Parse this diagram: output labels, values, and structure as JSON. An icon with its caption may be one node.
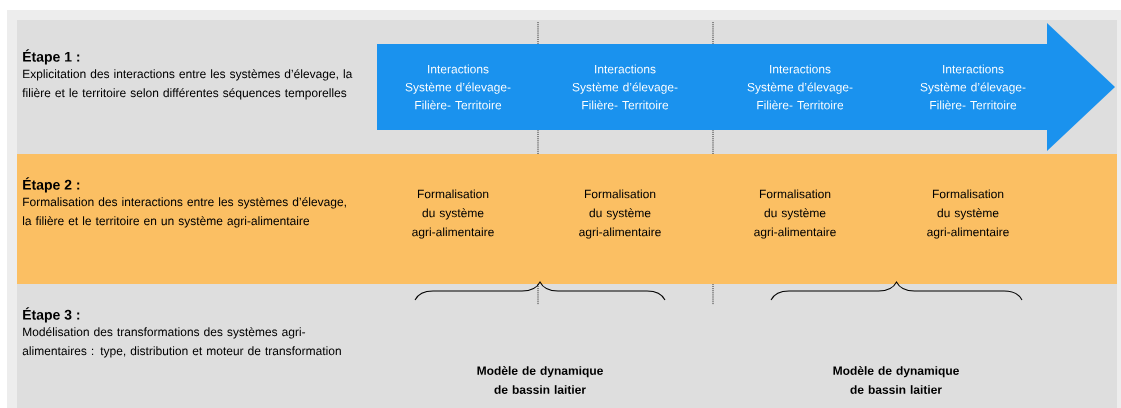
{
  "diagram": {
    "nodes": [
      {
        "text": [
          "Interactions Système d’élevage- Filière- Territoire",
          "Interactions Système d’élevage- Filière- Territoire",
          "Interactions Système d’élevage- Filière- Territoire",
          "Interactions Système d’élevage- Filière- Territoire"
        ]
      },
      {
        "text": [
          "Étape 2 :",
          "Formalisation des interactions entre les systèmes d’élevage, la filière et le territoire en un système agri-alimentaire",
          "Formalisation du système agri-alimentaire",
          "Formalisation du système agri-alimentaire",
          "Formalisation du système agri-alimentaire",
          "Formalisation du système agri-alimentaire"
        ]
      }
    ],
    "edges": [],
    "labels": [
      "Étape 1 :",
      "Explicitation des interactions entre les systèmes d’élevage, la filière et le territoire selon différentes séquences temporelles",
      "Étape 3 :",
      "Modélisation des transformations des systèmes agri-alimentaires : type, distribution et moteur de transformation",
      "Modèle de dynamique de bassin laitier",
      "Modèle de dynamique de bassin laitier"
    ]
  }
}
